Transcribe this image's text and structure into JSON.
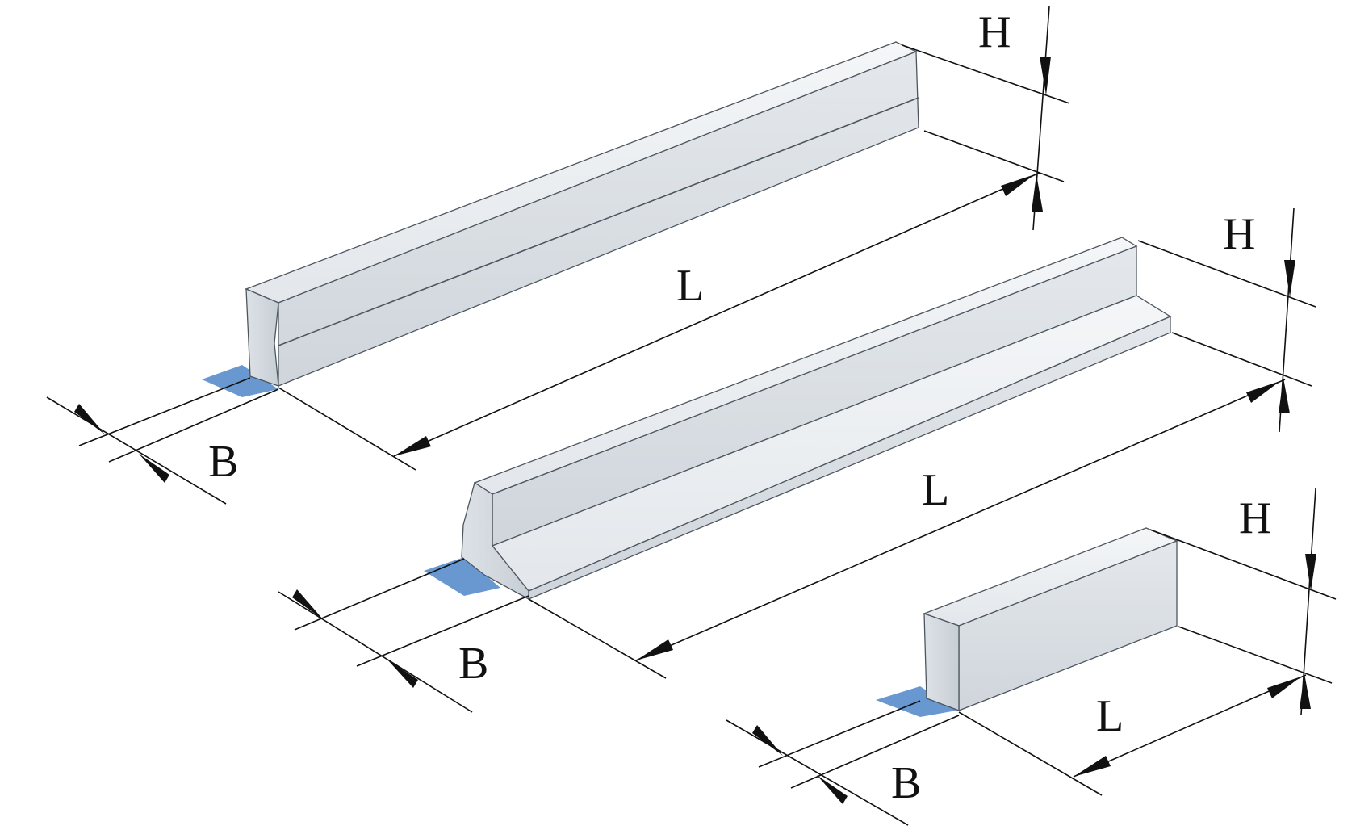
{
  "colors": {
    "concrete_light": "#eef1f4",
    "concrete_mid": "#d9dee3",
    "concrete_dark": "#c3cad1",
    "shadow": "#4f86c9",
    "line": "#111111"
  },
  "labels": {
    "curb1": {
      "height": "H",
      "length": "L",
      "width": "B"
    },
    "curb2": {
      "height": "H",
      "length": "L",
      "width": "B"
    },
    "curb3": {
      "height": "H",
      "length": "L",
      "width": "B"
    }
  }
}
